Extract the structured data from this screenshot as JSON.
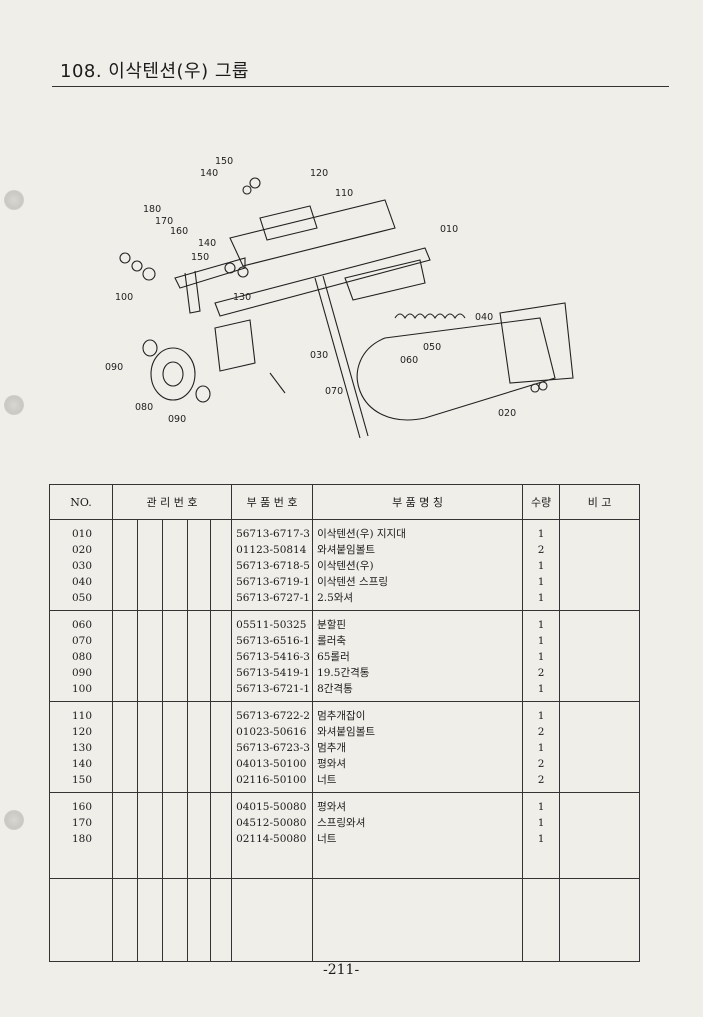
{
  "title": "108. 이삭텐션(우) 그룹",
  "page_number": "-211-",
  "table": {
    "headers": {
      "no": "NO.",
      "mgmt": "관 리 번 호",
      "part_no": "부 품 번 호",
      "part_name": "부 품 명 칭",
      "qty": "수량",
      "remarks": "비 고"
    },
    "groups": [
      [
        {
          "no": "010",
          "part_no": "56713-6717-3",
          "name": "이삭텐션(우) 지지대",
          "qty": "1"
        },
        {
          "no": "020",
          "part_no": "01123-50814",
          "name": "와셔붙임볼트",
          "qty": "2"
        },
        {
          "no": "030",
          "part_no": "56713-6718-5",
          "name": "이삭텐션(우)",
          "qty": "1"
        },
        {
          "no": "040",
          "part_no": "56713-6719-1",
          "name": "이삭텐션 스프링",
          "qty": "1"
        },
        {
          "no": "050",
          "part_no": "56713-6727-1",
          "name": "2.5와셔",
          "qty": "1"
        }
      ],
      [
        {
          "no": "060",
          "part_no": "05511-50325",
          "name": "분할핀",
          "qty": "1"
        },
        {
          "no": "070",
          "part_no": "56713-6516-1",
          "name": "롤러축",
          "qty": "1"
        },
        {
          "no": "080",
          "part_no": "56713-5416-3",
          "name": "65롤러",
          "qty": "1"
        },
        {
          "no": "090",
          "part_no": "56713-5419-1",
          "name": "19.5간격통",
          "qty": "2"
        },
        {
          "no": "100",
          "part_no": "56713-6721-1",
          "name": "8간격통",
          "qty": "1"
        }
      ],
      [
        {
          "no": "110",
          "part_no": "56713-6722-2",
          "name": "멈추개잡이",
          "qty": "1"
        },
        {
          "no": "120",
          "part_no": "01023-50616",
          "name": "와셔붙임볼트",
          "qty": "2"
        },
        {
          "no": "130",
          "part_no": "56713-6723-3",
          "name": "멈추개",
          "qty": "1"
        },
        {
          "no": "140",
          "part_no": "04013-50100",
          "name": "평와셔",
          "qty": "2"
        },
        {
          "no": "150",
          "part_no": "02116-50100",
          "name": "너트",
          "qty": "2"
        }
      ],
      [
        {
          "no": "160",
          "part_no": "04015-50080",
          "name": "평와셔",
          "qty": "1"
        },
        {
          "no": "170",
          "part_no": "04512-50080",
          "name": "스프링와셔",
          "qty": "1"
        },
        {
          "no": "180",
          "part_no": "02114-50080",
          "name": "너트",
          "qty": "1"
        }
      ],
      []
    ]
  },
  "diagram_labels": [
    "150",
    "140",
    "120",
    "110",
    "180",
    "170",
    "160",
    "010",
    "140",
    "150",
    "100",
    "130",
    "040",
    "050",
    "060",
    "030",
    "090",
    "070",
    "080",
    "090",
    "020"
  ]
}
